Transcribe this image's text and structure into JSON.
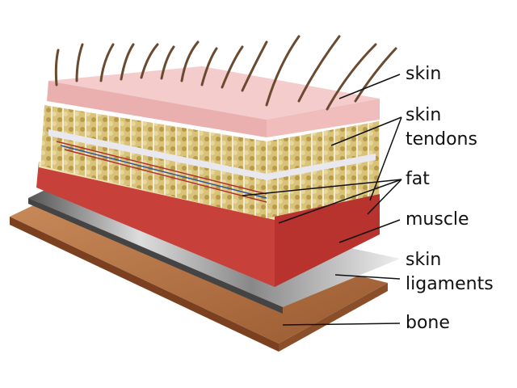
{
  "labels": {
    "skin_top": "skin",
    "skin_tendons_1": "skin",
    "skin_tendons_2": "tendons",
    "fat": "fat",
    "muscle": "muscle",
    "skin_ligaments_1": "skin",
    "skin_ligaments_2": "ligaments",
    "bone": "bone"
  },
  "colors": {
    "skin": "#f2c4c4",
    "fat": "#d8c27a",
    "muscle": "#c8403a",
    "ligament": "#c8c8c8",
    "bone": "#b06a3c"
  }
}
